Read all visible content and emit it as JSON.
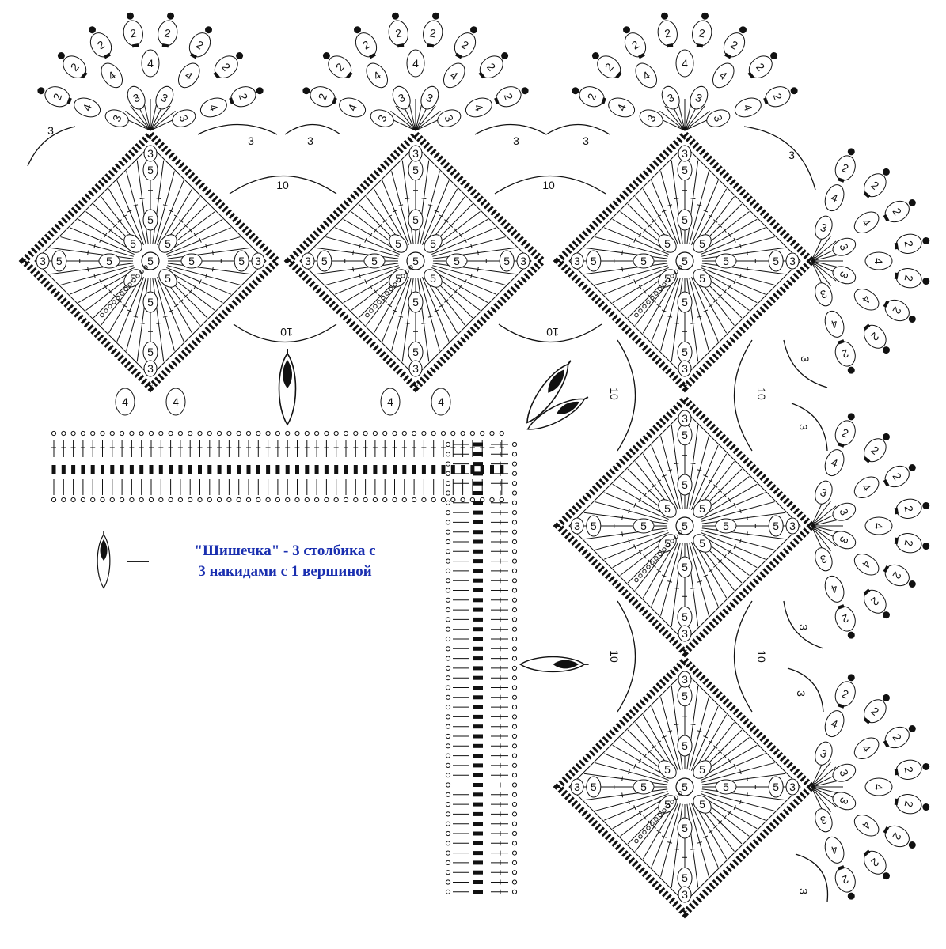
{
  "legend": {
    "symbol": "bobble-stitch-icon",
    "line1": "\"Шишечка\" - 3 столбика с",
    "line2": "3 накидами с 1 вершиной"
  },
  "stitch_counts": {
    "center": "5",
    "ring": "3",
    "petal_outer": "2",
    "petal_mid": "4",
    "arch_chain": "10",
    "side_chain": "3"
  },
  "colors": {
    "ink": "#111111",
    "legend_text": "#1a2fb0",
    "background": "#ffffff"
  }
}
